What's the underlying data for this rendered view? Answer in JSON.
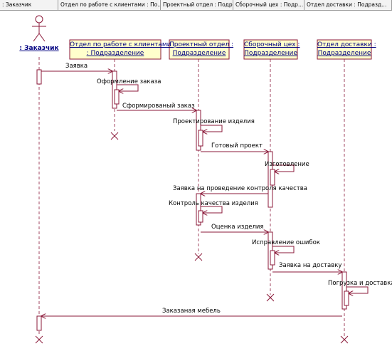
{
  "tabs": [
    ": Заказчик",
    "Отдел по работе с клиентами : По...",
    "Проектный отдел : Подр...",
    "Сборочный цех : Подр...",
    "Отдел доставки : Подразд..."
  ],
  "objects": [
    {
      "id": "customer",
      "line1": ": Заказчик",
      "line2": ""
    },
    {
      "id": "clients",
      "line1": "Отдел по работе с клиентами",
      "line2": ": Подразделение"
    },
    {
      "id": "project",
      "line1": "Проектный отдел :",
      "line2": "Подразделение"
    },
    {
      "id": "assembly",
      "line1": "Сборочный цех :",
      "line2": "Подразделение"
    },
    {
      "id": "delivery",
      "line1": "Отдел доставки :",
      "line2": "Подразделение"
    }
  ],
  "messages": [
    {
      "text": "Заявка",
      "from": "customer",
      "to": "clients"
    },
    {
      "text": "Оформление заказа",
      "from": "clients",
      "to": "clients"
    },
    {
      "text": "Сформированый заказ",
      "from": "clients",
      "to": "project"
    },
    {
      "text": "Проектирование изделия",
      "from": "project",
      "to": "project"
    },
    {
      "text": "Готовый проект",
      "from": "project",
      "to": "assembly"
    },
    {
      "text": "Изготовление",
      "from": "assembly",
      "to": "assembly"
    },
    {
      "text": "Заявка на проведение контроля качества",
      "from": "assembly",
      "to": "project"
    },
    {
      "text": "Контроль качества изделия",
      "from": "project",
      "to": "project"
    },
    {
      "text": "Оценка изделия",
      "from": "project",
      "to": "assembly"
    },
    {
      "text": "Исправление ошибок",
      "from": "assembly",
      "to": "assembly"
    },
    {
      "text": "Заявка на доставку",
      "from": "assembly",
      "to": "delivery"
    },
    {
      "text": "Погрузка и доставка",
      "from": "delivery",
      "to": "delivery"
    },
    {
      "text": "Заказаная мебель",
      "from": "delivery",
      "to": "customer"
    }
  ],
  "colors": {
    "line": "#8b1a3a",
    "box_fill": "#ffffcc",
    "label": "#000080"
  }
}
